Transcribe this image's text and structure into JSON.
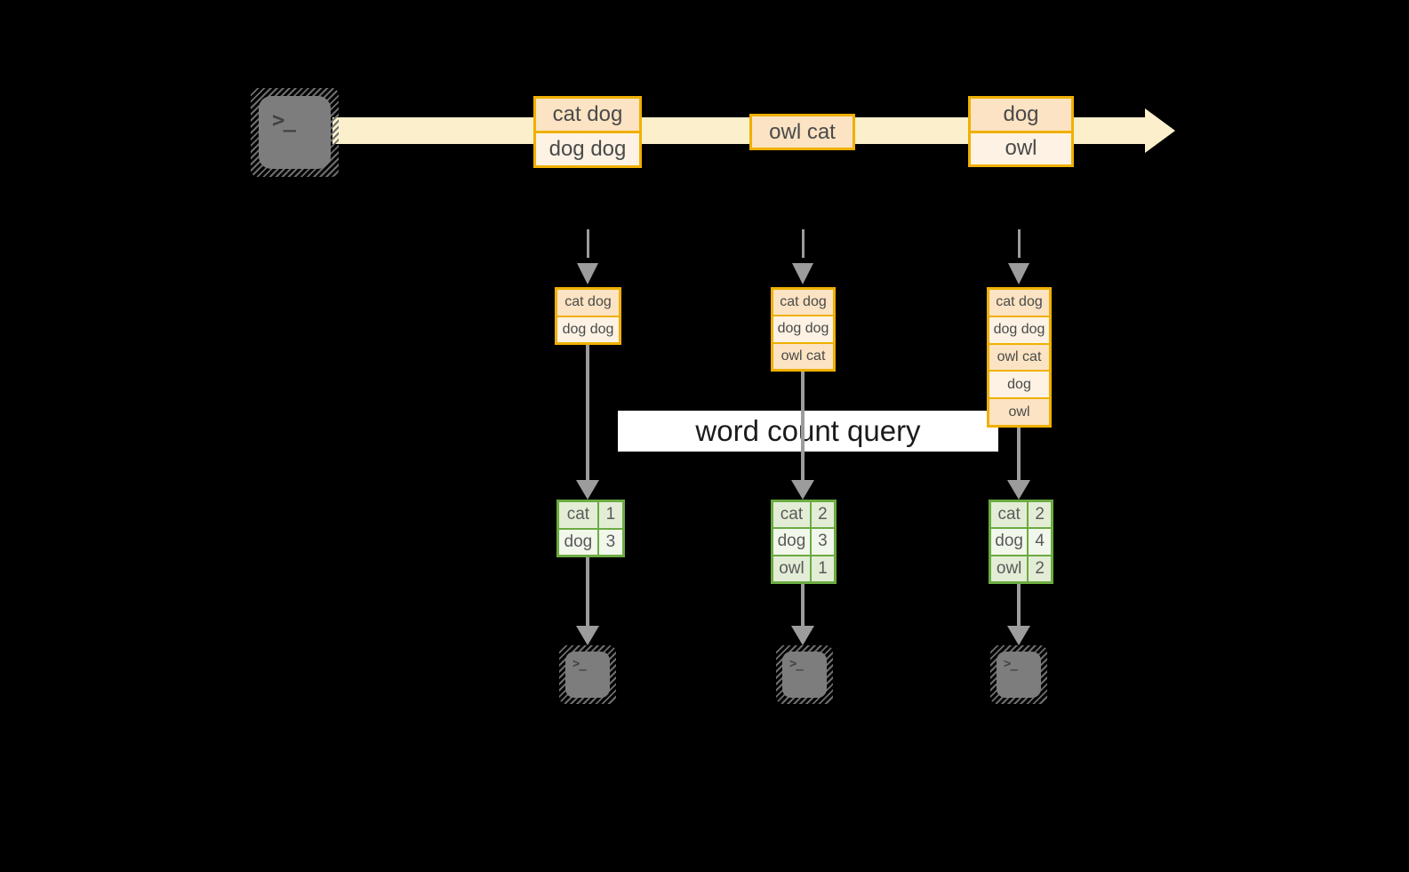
{
  "diagram": {
    "query_label": "word count query",
    "terminal_glyph": ">_"
  },
  "stream": {
    "records": [
      {
        "cells": [
          "cat dog",
          "dog dog"
        ]
      },
      {
        "cells": [
          "owl cat"
        ]
      },
      {
        "cells": [
          "dog",
          "owl"
        ]
      }
    ]
  },
  "state": {
    "buffers": [
      {
        "cells": [
          "cat dog",
          "dog dog"
        ]
      },
      {
        "cells": [
          "cat dog",
          "dog dog",
          "owl cat"
        ]
      },
      {
        "cells": [
          "cat dog",
          "dog dog",
          "owl cat",
          "dog",
          "owl"
        ]
      }
    ]
  },
  "results": {
    "tables": [
      {
        "rows": [
          {
            "word": "cat",
            "count": "1"
          },
          {
            "word": "dog",
            "count": "3"
          }
        ]
      },
      {
        "rows": [
          {
            "word": "cat",
            "count": "2"
          },
          {
            "word": "dog",
            "count": "3"
          },
          {
            "word": "owl",
            "count": "1"
          }
        ]
      },
      {
        "rows": [
          {
            "word": "cat",
            "count": "2"
          },
          {
            "word": "dog",
            "count": "4"
          },
          {
            "word": "owl",
            "count": "2"
          }
        ]
      }
    ]
  },
  "colors": {
    "background": "#000000",
    "stream_band": "#fbf0cb",
    "record_border": "#f0b000",
    "record_fill_dark": "#fbe3c3",
    "record_fill_light": "#fdf2e3",
    "table_border": "#6cab41",
    "table_fill_dark": "#e3edd6",
    "table_fill_light": "#f2f7ec",
    "arrow_gray": "#9c9c9c",
    "terminal_gray": "#7d7d7d",
    "query_box": "#ffffff"
  }
}
